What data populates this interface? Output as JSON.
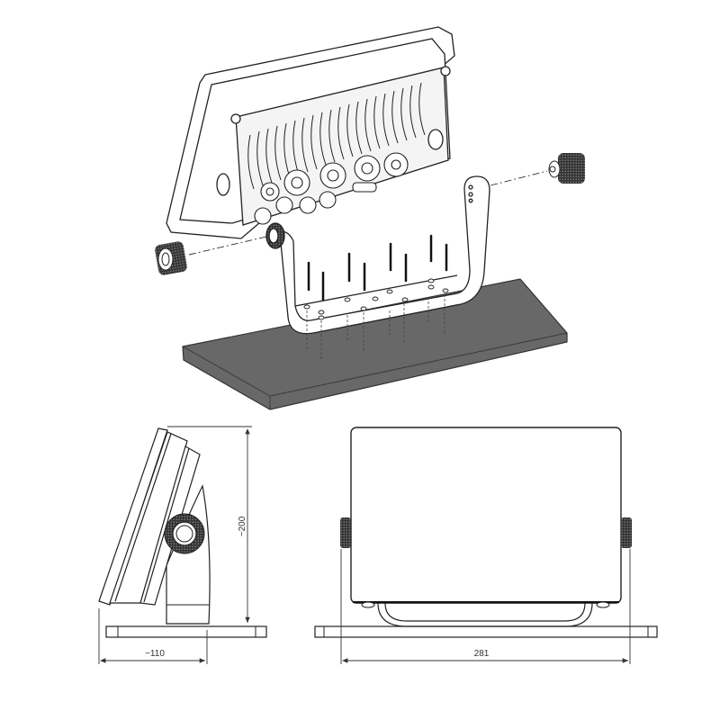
{
  "diagram": {
    "type": "technical-mounting-drawing",
    "colors": {
      "line": "#222222",
      "base_plate": "#666666",
      "base_edge": "#4a4a4a",
      "background": "#ffffff",
      "dimension": "#333333"
    }
  },
  "exploded_view": {
    "parts": [
      "display-unit",
      "bracket-knob-left",
      "bracket-knob-right",
      "u-bracket",
      "mounting-screws",
      "base-plate"
    ],
    "screw_count": 8
  },
  "side_view": {
    "height_label": "~200",
    "depth_label": "~110"
  },
  "front_view": {
    "width_label": "281"
  }
}
